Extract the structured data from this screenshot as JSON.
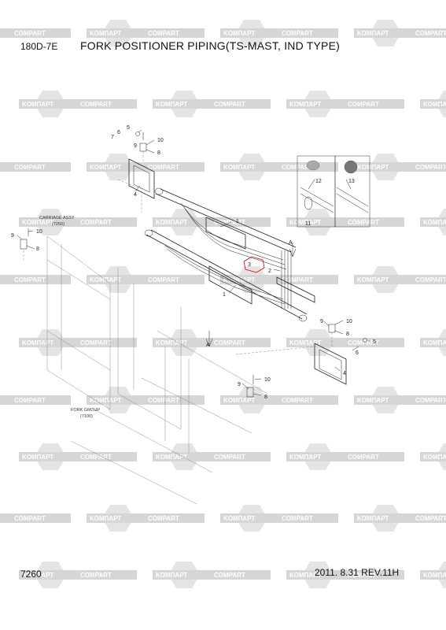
{
  "header": {
    "model": "180D-7E",
    "title": "FORK POSITIONER PIPING(TS-MAST, IND TYPE)"
  },
  "footer": {
    "page_number": "7260",
    "date_rev": "2011. 8.31  REV.11H"
  },
  "watermark": {
    "text_a": "KOMПАРТ",
    "text_b": "COMPART"
  },
  "diagram": {
    "callouts": {
      "carriage_assy": "CARRIAGE ASSY",
      "carriage_assy_ref": "(7250)",
      "fork_group": "FORK GROUP",
      "fork_group_ref": "(7100)",
      "view_a": "A"
    },
    "part_numbers": {
      "p1": "1",
      "p2": "2",
      "p3": "3",
      "p4": "4",
      "p5": "5",
      "p6": "6",
      "p7": "7",
      "p8": "8",
      "p9": "9",
      "p10": "10",
      "p11": "11",
      "p12": "12",
      "p13": "13"
    }
  }
}
